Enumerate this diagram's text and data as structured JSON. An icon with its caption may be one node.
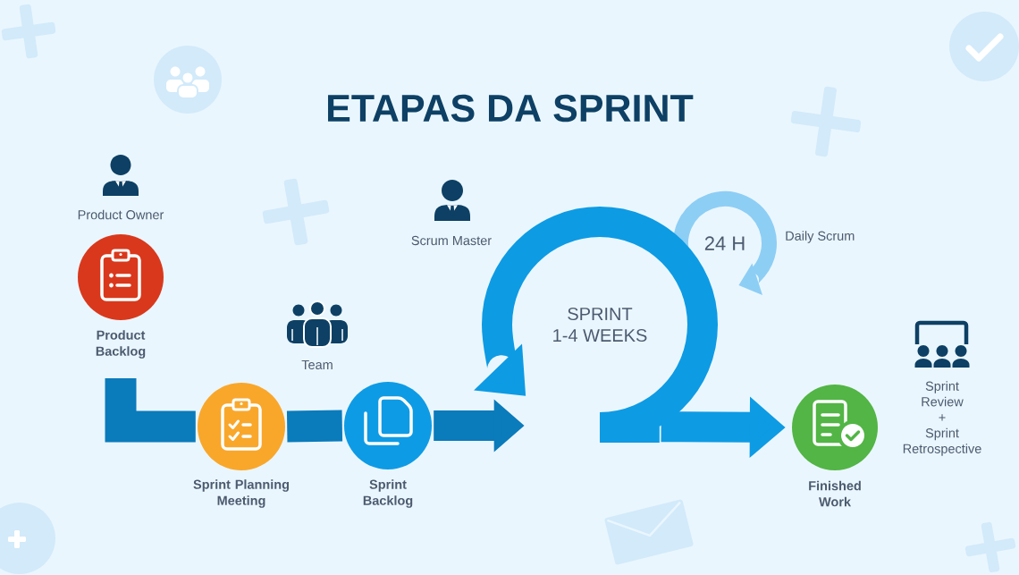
{
  "diagram": {
    "title": "ETAPAS DA SPRINT",
    "nodes": [
      {
        "text": [
          "Product Backlog"
        ]
      },
      {
        "text": [
          "Sprint Planning Meeting"
        ]
      },
      {
        "text": [
          "Sprint Backlog"
        ]
      },
      {
        "text": [
          "SPRINT 1-4 WEEKS"
        ]
      },
      {
        "text": [
          "24 H"
        ],
        "beside": [
          "Daily Scrum"
        ]
      },
      {
        "text": [
          "Finished Work"
        ]
      }
    ],
    "edges": [
      {
        "from": 0,
        "to": 1,
        "arrow": "none"
      },
      {
        "from": 1,
        "to": 2,
        "arrow": "none"
      },
      {
        "from": 2,
        "to": 3,
        "arrow": "to"
      },
      {
        "from": 3,
        "to": 5,
        "arrow": "to",
        "color": "#0d9be4"
      }
    ],
    "labels": [
      "Product Owner",
      "Scrum Master",
      "Team",
      "Sprint Review + Sprint Retrospective"
    ]
  }
}
